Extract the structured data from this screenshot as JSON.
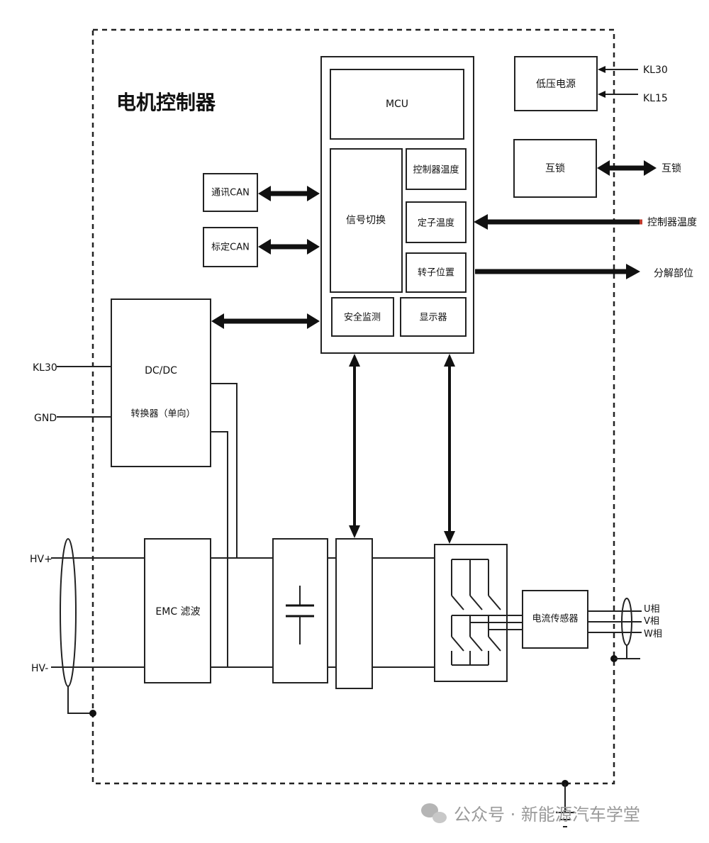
{
  "title": "电机控制器",
  "mcu": {
    "label": "MCU",
    "signal_switch": "信号切换",
    "controller_temp": "控制器温度",
    "stator_temp": "定子温度",
    "rotor_position": "转子位置",
    "safety_monitor": "安全监测",
    "display": "显示器"
  },
  "low_voltage_supply": "低压电源",
  "interlock_box": "互锁",
  "comm_can": "通讯CAN",
  "calib_can": "标定CAN",
  "dcdc": {
    "line1": "DC/DC",
    "line2": "转换器（单向）"
  },
  "emc": "EMC 滤波",
  "current_sensor": "电流传感器",
  "ext": {
    "kl30_top": "KL30",
    "kl15": "KL15",
    "interlock": "互锁",
    "controller_temp": "控制器温度",
    "resolver": "分解部位",
    "kl30_left": "KL30",
    "gnd": "GND",
    "hv_plus": "HV+",
    "hv_minus": "HV-",
    "u_phase": "U相",
    "v_phase": "V相",
    "w_phase": "W相"
  },
  "watermark": "公众号 · 新能源汽车学堂"
}
